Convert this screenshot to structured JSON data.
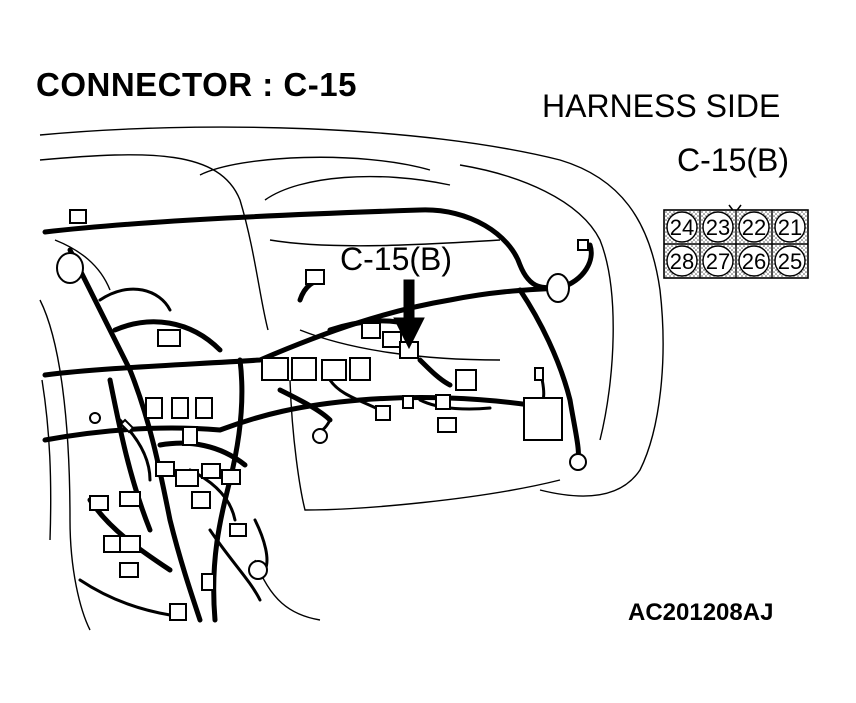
{
  "title": "CONNECTOR : C-15",
  "view_label": "HARNESS SIDE",
  "connector_id": "C-15(B)",
  "callout_label": "C-15(B)",
  "figure_code": "AC201208AJ",
  "pins": {
    "row1": [
      "24",
      "23",
      "22",
      "21"
    ],
    "row2": [
      "28",
      "27",
      "26",
      "25"
    ]
  }
}
